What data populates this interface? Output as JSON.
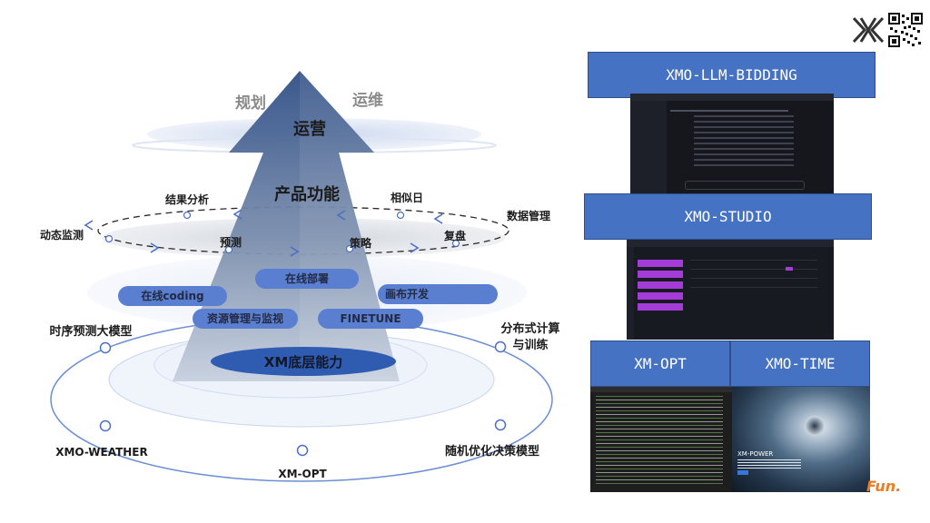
{
  "diagram": {
    "top_labels": {
      "left": "规划",
      "right": "运维"
    },
    "apex_label": "运营",
    "product_label": "产品功能",
    "loop_labels": {
      "results": "结果分析",
      "similar": "相似日",
      "data_mgmt": "数据管理",
      "dynamic": "动态监测",
      "predict": "预测",
      "strategy": "策略",
      "review": "复盘"
    },
    "pills": {
      "online_deploy": "在线部署",
      "online_coding": "在线coding",
      "canvas_dev": "画布开发",
      "resource_mgmt": "资源管理与监视",
      "finetune": "FINETUNE",
      "core": "XM底层能力"
    },
    "outer_nodes": {
      "ts_model": "时序预测大模型",
      "distributed": [
        "分布式计算",
        "与训练"
      ],
      "weather": "XMO-WEATHER",
      "opt": "XM-OPT",
      "stochastic": "随机优化决策模型"
    }
  },
  "products": [
    {
      "title": "XMO-LLM-BIDDING"
    },
    {
      "title": "XMO-STUDIO"
    },
    {
      "title": "XM-OPT"
    },
    {
      "title": "XMO-TIME"
    }
  ],
  "screenshot_text": {
    "time_title": "XM-POWER"
  },
  "branding": {
    "fun_logo": "Fun."
  },
  "colors": {
    "accent": "#4672c4",
    "pill": "#5b7fd0",
    "dark_pill": "#2f5bb0",
    "orange": "#f07b21"
  }
}
